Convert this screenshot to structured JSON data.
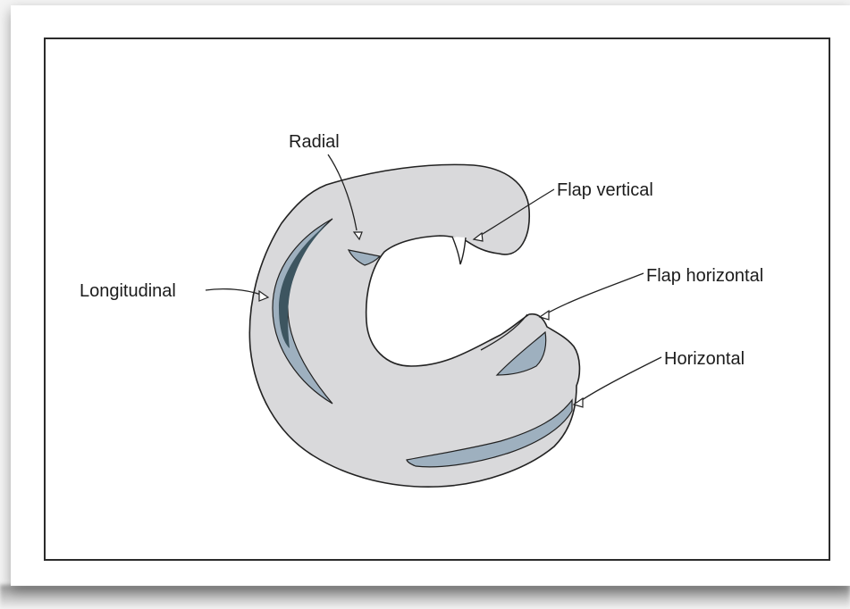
{
  "labels": {
    "radial": "Radial",
    "flap_vertical": "Flap vertical",
    "longitudinal": "Longitudinal",
    "flap_horizontal": "Flap horizontal",
    "horizontal": "Horizontal"
  },
  "colors": {
    "meniscus_fill": "#d9d9db",
    "tear_light": "#9eb0bf",
    "tear_dark": "#3d5560",
    "outline": "#222222"
  }
}
